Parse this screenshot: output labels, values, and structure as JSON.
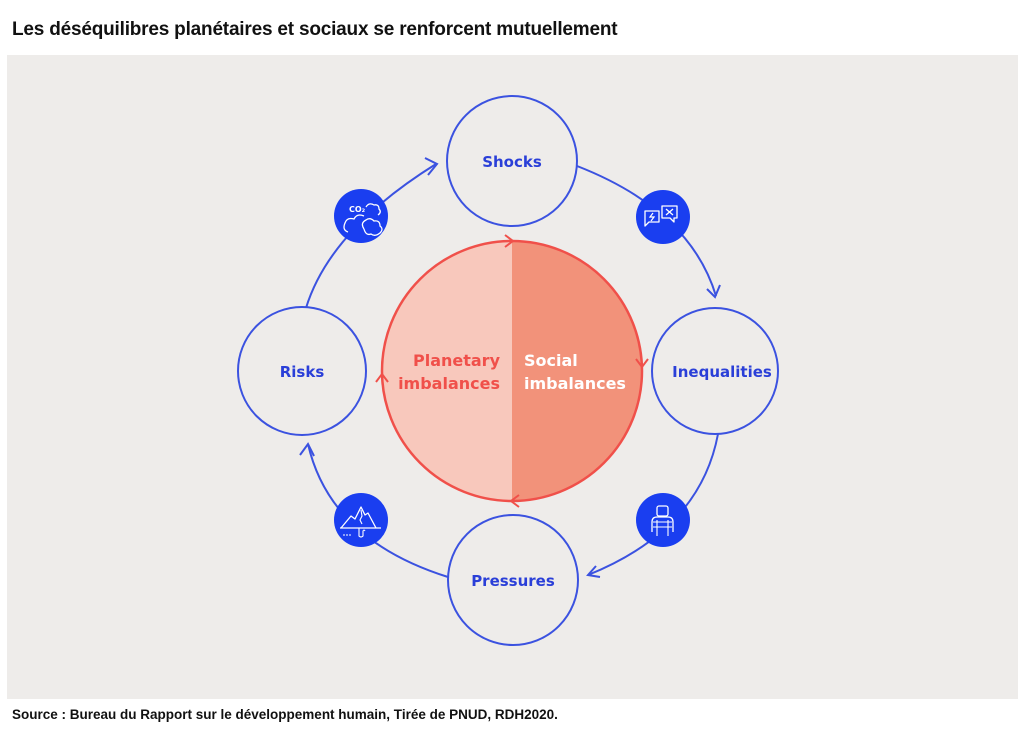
{
  "title": "Les déséquilibres planétaires et sociaux se renforcent mutuellement",
  "source": "Source : Bureau du Rapport sur le développement humain, Tirée de PNUD, RDH2020.",
  "colors": {
    "blue": "#3b52e0",
    "icon_fill": "#1a3ef0",
    "red": "#f0504a",
    "planetary_fill": "#f8c8bc",
    "social_fill": "#f2927a",
    "panel_bg": "#eeecea"
  },
  "diagram": {
    "core": {
      "left_label_line1": "Planetary",
      "left_label_line2": "imbalances",
      "right_label_line1": "Social",
      "right_label_line2": "imbalances"
    },
    "nodes": [
      {
        "id": "shocks",
        "label": "Shocks"
      },
      {
        "id": "inequalities",
        "label": "Inequalities"
      },
      {
        "id": "pressures",
        "label": "Pressures"
      },
      {
        "id": "risks",
        "label": "Risks"
      }
    ],
    "icons": [
      {
        "id": "co2-cloud",
        "text": "CO₂"
      },
      {
        "id": "conflict-speech-bubbles"
      },
      {
        "id": "person-barrier"
      },
      {
        "id": "melting-iceberg"
      }
    ],
    "flow": [
      "Risks",
      "Shocks",
      "Inequalities",
      "Pressures",
      "Risks"
    ]
  }
}
